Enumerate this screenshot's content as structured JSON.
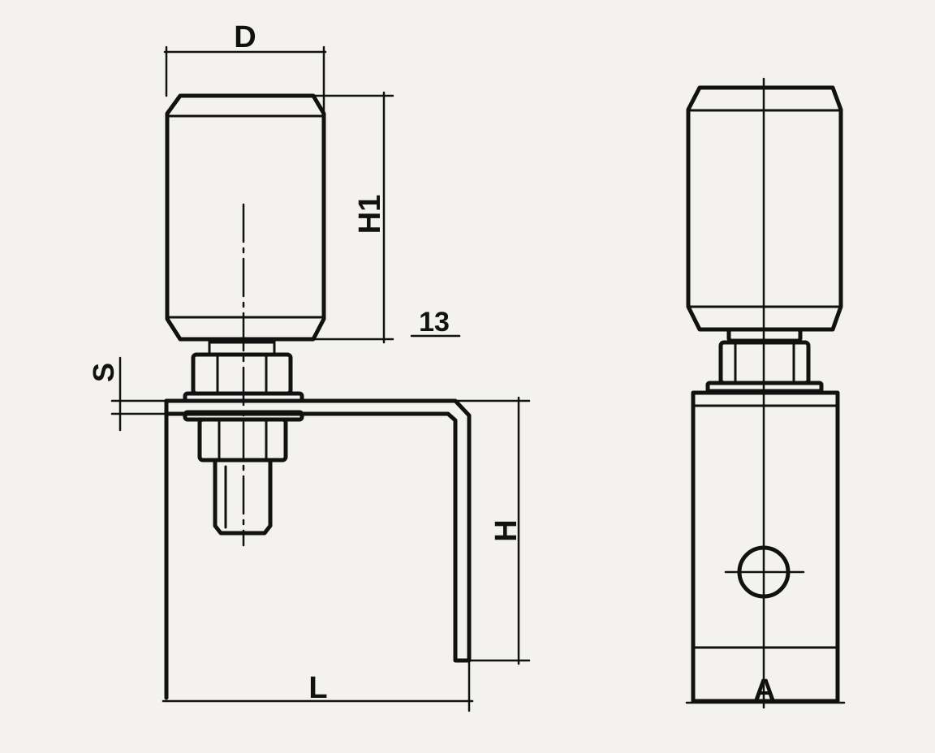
{
  "dimensions": {
    "D": "D",
    "H1": "H1",
    "S": "S",
    "H": "H",
    "L": "L",
    "A": "A"
  },
  "callout": "13",
  "colors": {
    "paper": "#f3f2ee",
    "ink": "#111111"
  }
}
